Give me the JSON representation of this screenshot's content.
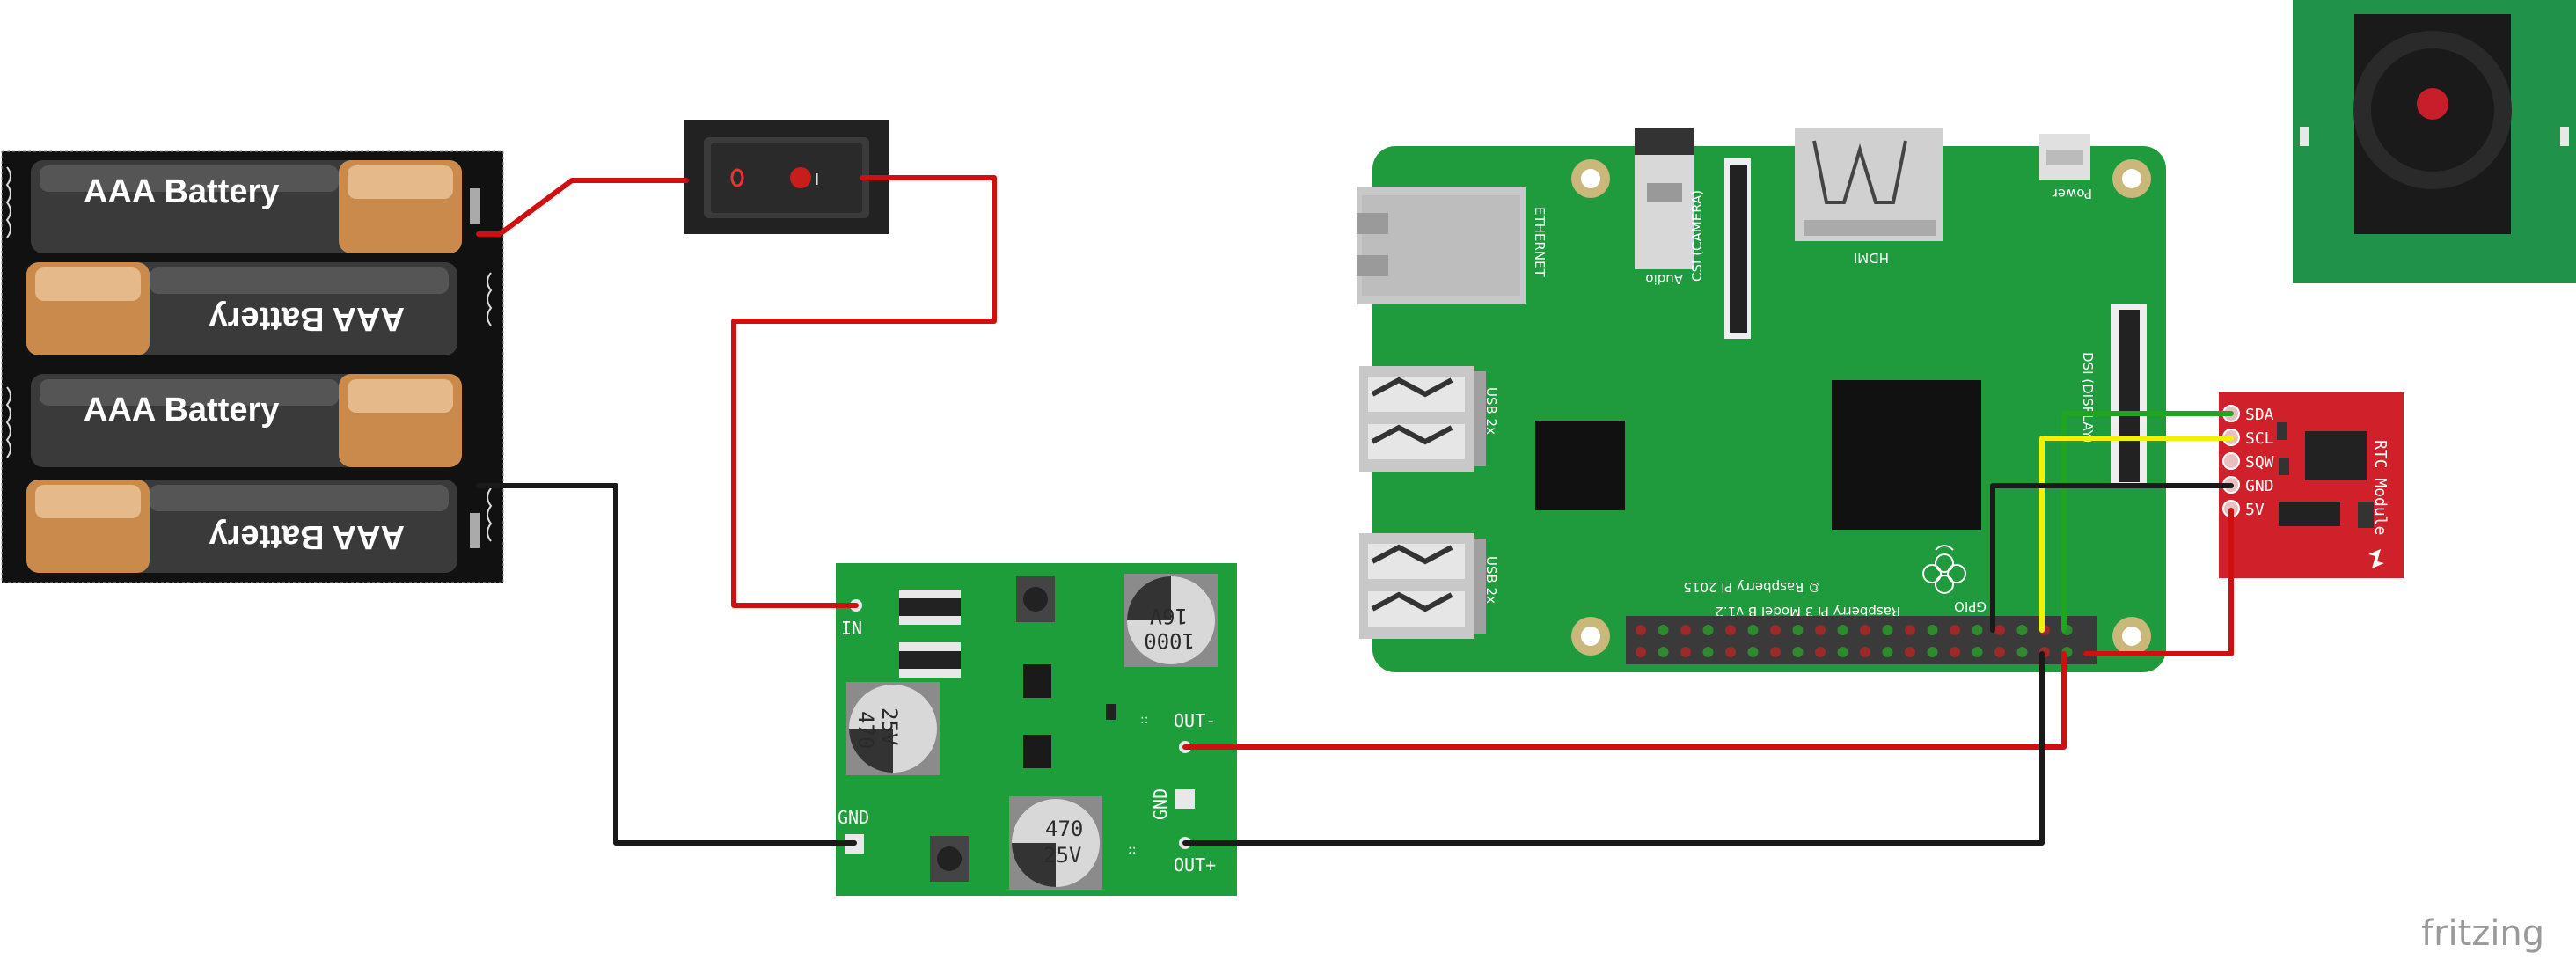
{
  "battery_pack": {
    "cells": [
      {
        "label": "AAA Battery"
      },
      {
        "label": "AAA Battery"
      },
      {
        "label": "AAA Battery"
      },
      {
        "label": "AAA Battery"
      }
    ]
  },
  "switch": {
    "off_symbol": "O",
    "on_symbol": "I"
  },
  "converter": {
    "pins": {
      "in": "IN",
      "gnd_left": "GND",
      "gnd_right": "GND",
      "out_minus": "OUT-",
      "out_plus": "OUT+"
    },
    "capacitors": [
      {
        "value": "1000",
        "voltage": "16V"
      },
      {
        "value": "470",
        "voltage": "25V"
      },
      {
        "value": "470",
        "voltage": "25V"
      }
    ]
  },
  "raspberry_pi": {
    "ports": {
      "ethernet": "ETHERNET",
      "audio": "Audio",
      "csi": "CSI (CAMERA)",
      "hdmi": "HDMI",
      "power": "Power",
      "dsi": "DSI (DISPLAY)",
      "usb_top": "USB 2x",
      "usb_bottom": "USB 2x",
      "gpio": "GPIO"
    },
    "model_text": "Raspberry Pi 3 Model B v1.2",
    "copyright_text": "© Raspberry Pi 2015"
  },
  "rtc_module": {
    "title": "RTC Module",
    "pins": [
      "SDA",
      "SCL",
      "SQW",
      "GND",
      "5V"
    ]
  },
  "branding": {
    "text": "fritzing"
  },
  "colors": {
    "wire_red": "#d01010",
    "wire_black": "#1a1a1a",
    "wire_green": "#1fa51f",
    "wire_yellow": "#f2f200",
    "pcb_green": "#1e9e3a",
    "pi_green": "#1f9a3c",
    "rtc_red": "#d0202a",
    "camera_green": "#20924a"
  }
}
